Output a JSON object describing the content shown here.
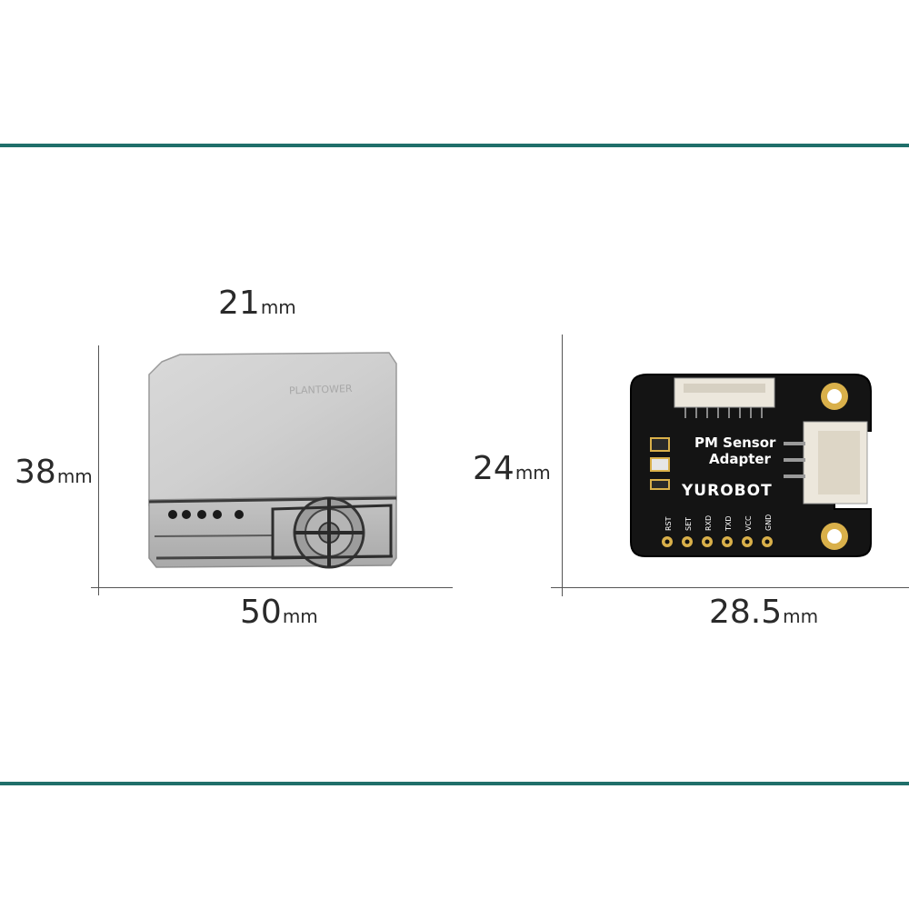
{
  "dimensions": {
    "sensor_depth": {
      "value": "21",
      "unit": "mm"
    },
    "sensor_height": {
      "value": "38",
      "unit": "mm"
    },
    "sensor_width": {
      "value": "50",
      "unit": "mm"
    },
    "adapter_height": {
      "value": "24",
      "unit": "mm"
    },
    "adapter_width": {
      "value": "28.5",
      "unit": "mm"
    }
  },
  "sensor": {
    "brand_text": "PLANTOWER"
  },
  "adapter": {
    "title_line1": "PM Sensor",
    "title_line2": "Adapter",
    "brand": "YUROBOT",
    "pins": [
      "RST",
      "SET",
      "RXD",
      "TXD",
      "VCC",
      "GND"
    ]
  },
  "colors": {
    "accent_rule": "#1f6f6a",
    "pcb": "#141414",
    "metal": "#c9c9c9"
  }
}
